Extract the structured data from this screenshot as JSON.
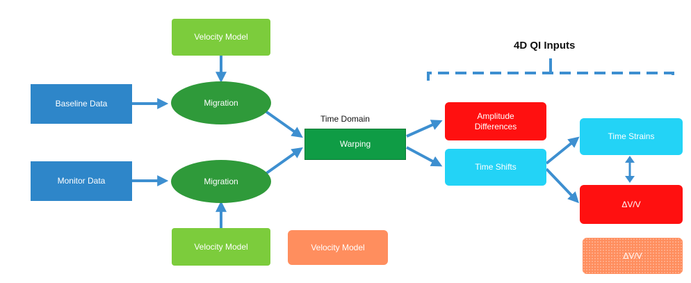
{
  "colors": {
    "blue": "#2e86c9",
    "light_green": "#7ccc3c",
    "dark_green": "#2f9a3a",
    "warping_green": "#0f9c45",
    "orange": "#ff8e5e",
    "red": "#ff1010",
    "cyan": "#23d3f6",
    "arrow": "#3d8fd0"
  },
  "nodes": {
    "velocity_model_top": "Velocity Model",
    "baseline_data": "Baseline Data",
    "migration_top": "Migration",
    "monitor_data": "Monitor Data",
    "migration_bottom": "Migration",
    "velocity_model_bottom": "Velocity Model",
    "velocity_model_orange": "Velocity Model",
    "time_domain_label": "Time Domain",
    "warping": "Warping",
    "amplitude_differences": "Amplitude Differences",
    "time_shifts": "Time Shifts",
    "time_strains": "Time Strains",
    "dv_v_red": "ΔV/V",
    "dv_v_orange": "ΔV/V"
  },
  "bracket": {
    "title": "4D QI Inputs"
  }
}
